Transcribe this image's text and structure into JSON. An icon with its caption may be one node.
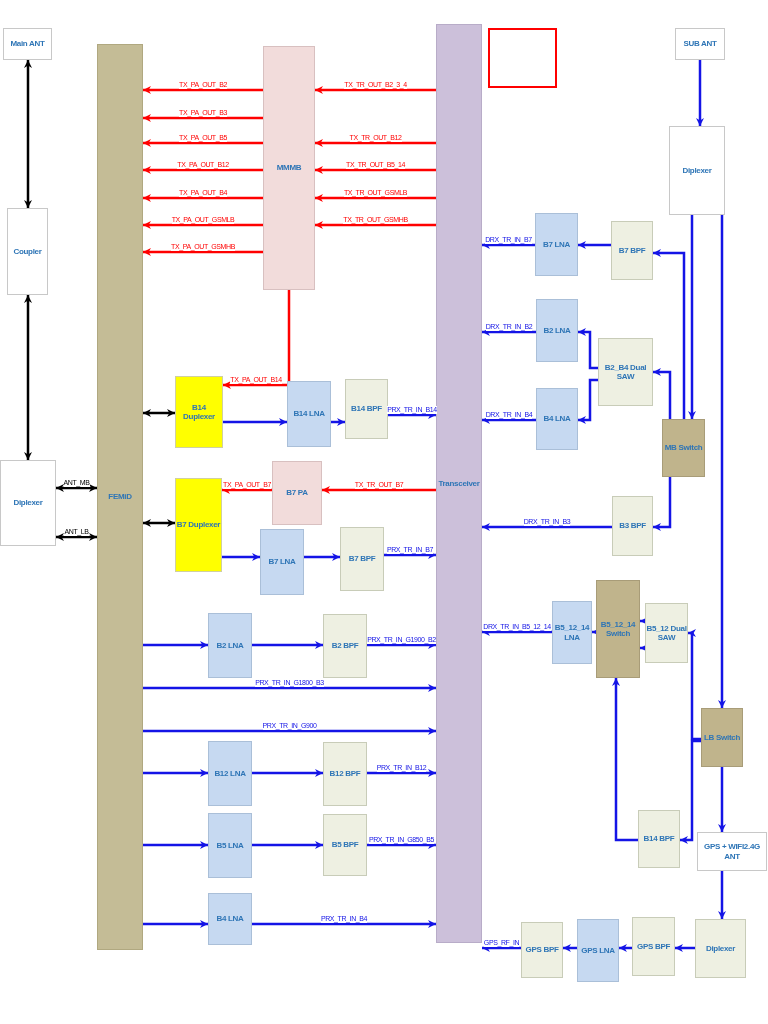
{
  "diagram": {
    "nodes": [
      {
        "text": [
          "Main ANT"
        ]
      },
      {
        "text": [
          "Coupler"
        ]
      },
      {
        "text": [
          "Diplexer"
        ]
      },
      {
        "text": [
          "FEMiD"
        ]
      },
      {
        "text": [
          "MMMB"
        ]
      },
      {
        "text": [
          "Transceiver"
        ]
      },
      {
        "text": [],
        "shape": "box"
      },
      {
        "text": [
          "SUB ANT"
        ]
      },
      {
        "text": [
          "Diplexer"
        ]
      },
      {
        "text": [
          "B14 Duplexer"
        ]
      },
      {
        "text": [
          "B14 LNA"
        ]
      },
      {
        "text": [
          "B14 BPF"
        ]
      },
      {
        "text": [
          "B7 PA"
        ]
      },
      {
        "text": [
          "B7 Duplexer"
        ]
      },
      {
        "text": [
          "B7 LNA"
        ]
      },
      {
        "text": [
          "B7 BPF"
        ]
      },
      {
        "text": [
          "B7 LNA"
        ]
      },
      {
        "text": [
          "B7 BPF"
        ]
      },
      {
        "text": [
          "B2 LNA"
        ]
      },
      {
        "text": [
          "B2_B4 Dual SAW"
        ]
      },
      {
        "text": [
          "B4 LNA"
        ]
      },
      {
        "text": [
          "MB Switch"
        ]
      },
      {
        "text": [
          "B3 BPF"
        ]
      },
      {
        "text": [
          "B2 LNA"
        ]
      },
      {
        "text": [
          "B2 BPF"
        ]
      },
      {
        "text": [
          "B12 LNA"
        ]
      },
      {
        "text": [
          "B12 BPF"
        ]
      },
      {
        "text": [
          "B5 LNA"
        ]
      },
      {
        "text": [
          "B5 BPF"
        ]
      },
      {
        "text": [
          "B4 LNA"
        ]
      },
      {
        "text": [
          "B5_12_14 LNA"
        ]
      },
      {
        "text": [
          "B5_12_14 Switch"
        ]
      },
      {
        "text": [
          "B5_12 Dual SAW"
        ]
      },
      {
        "text": [
          "LB Switch"
        ]
      },
      {
        "text": [
          "B14 BPF"
        ]
      },
      {
        "text": [
          "GPS + WIFI2.4G ANT"
        ]
      },
      {
        "text": [
          "Diplexer"
        ]
      },
      {
        "text": [
          "GPS BPF"
        ]
      },
      {
        "text": [
          "GPS LNA"
        ]
      },
      {
        "text": [
          "GPS BPF"
        ]
      }
    ],
    "edges": [
      {
        "from": 0,
        "to": 1,
        "arrow": "both",
        "color": "#000000"
      },
      {
        "from": 1,
        "to": 2,
        "arrow": "both",
        "color": "#000000"
      },
      {
        "from": 2,
        "to": 3,
        "arrow": "both",
        "label": "ANT_MB",
        "color": "#000000"
      },
      {
        "from": 2,
        "to": 3,
        "arrow": "both",
        "label": "ANT_LB",
        "color": "#000000"
      },
      {
        "from": 4,
        "to": 3,
        "arrow": "to",
        "label": "TX_PA_OUT_B2",
        "color": "#ff0000"
      },
      {
        "from": 4,
        "to": 3,
        "arrow": "to",
        "label": "TX_PA_OUT_B3",
        "color": "#ff0000"
      },
      {
        "from": 4,
        "to": 3,
        "arrow": "to",
        "label": "TX_PA_OUT_B5",
        "color": "#ff0000"
      },
      {
        "from": 4,
        "to": 3,
        "arrow": "to",
        "label": "TX_PA_OUT_B12",
        "color": "#ff0000"
      },
      {
        "from": 4,
        "to": 3,
        "arrow": "to",
        "label": "TX_PA_OUT_B4",
        "color": "#ff0000"
      },
      {
        "from": 4,
        "to": 3,
        "arrow": "to",
        "label": "TX_PA_OUT_GSMLB",
        "color": "#ff0000"
      },
      {
        "from": 4,
        "to": 3,
        "arrow": "to",
        "label": "TX_PA_OUT_GSMHB",
        "color": "#ff0000"
      },
      {
        "from": 5,
        "to": 4,
        "arrow": "to",
        "label": "TX_TR_OUT_B2_3_4",
        "color": "#ff0000"
      },
      {
        "from": 5,
        "to": 4,
        "arrow": "to",
        "label": "TX_TR_OUT_B12",
        "color": "#ff0000"
      },
      {
        "from": 5,
        "to": 4,
        "arrow": "to",
        "label": "TX_TR_OUT_B5_14",
        "color": "#ff0000"
      },
      {
        "from": 5,
        "to": 4,
        "arrow": "to",
        "label": "TX_TR_OUT_GSMLB",
        "color": "#ff0000"
      },
      {
        "from": 5,
        "to": 4,
        "arrow": "to",
        "label": "TX_TR_OUT_GSMHB",
        "color": "#ff0000"
      },
      {
        "from": 4,
        "to": 9,
        "arrow": "to",
        "label": "TX_PA_OUT_B14",
        "color": "#ff0000"
      },
      {
        "from": 9,
        "to": 3,
        "arrow": "both",
        "color": "#000000"
      },
      {
        "from": 9,
        "to": 10,
        "arrow": "to"
      },
      {
        "from": 10,
        "to": 11,
        "arrow": "to"
      },
      {
        "from": 11,
        "to": 5,
        "arrow": "to",
        "label": "PRX_TR_IN_B14"
      },
      {
        "from": 5,
        "to": 12,
        "arrow": "to",
        "label": "TX_TR_OUT_B7",
        "color": "#ff0000"
      },
      {
        "from": 12,
        "to": 13,
        "arrow": "to",
        "label": "TX_PA_OUT_B7",
        "color": "#ff0000"
      },
      {
        "from": 13,
        "to": 3,
        "arrow": "both",
        "color": "#000000"
      },
      {
        "from": 13,
        "to": 14,
        "arrow": "to"
      },
      {
        "from": 14,
        "to": 15,
        "arrow": "to"
      },
      {
        "from": 15,
        "to": 5,
        "arrow": "to",
        "label": "PRX_TR_IN_B7"
      },
      {
        "from": 3,
        "to": 23,
        "arrow": "to"
      },
      {
        "from": 23,
        "to": 24,
        "arrow": "to"
      },
      {
        "from": 24,
        "to": 5,
        "arrow": "to",
        "label": "PRX_TR_IN_G1900_B2"
      },
      {
        "from": 3,
        "to": 5,
        "arrow": "to",
        "label": "PRX_TR_IN_G1800_B3"
      },
      {
        "from": 3,
        "to": 5,
        "arrow": "to",
        "label": "PRX_TR_IN_G900"
      },
      {
        "from": 3,
        "to": 25,
        "arrow": "to"
      },
      {
        "from": 25,
        "to": 26,
        "arrow": "to"
      },
      {
        "from": 26,
        "to": 5,
        "arrow": "to",
        "label": "PRX_TR_IN_B12"
      },
      {
        "from": 3,
        "to": 27,
        "arrow": "to"
      },
      {
        "from": 27,
        "to": 28,
        "arrow": "to"
      },
      {
        "from": 28,
        "to": 5,
        "arrow": "to",
        "label": "PRX_TR_IN_G850_B5"
      },
      {
        "from": 3,
        "to": 29,
        "arrow": "to"
      },
      {
        "from": 29,
        "to": 5,
        "arrow": "to",
        "label": "PRX_TR_IN_B4"
      },
      {
        "from": 7,
        "to": 8,
        "arrow": "to"
      },
      {
        "from": 8,
        "to": 21,
        "arrow": "to"
      },
      {
        "from": 8,
        "to": 33,
        "arrow": "to"
      },
      {
        "from": 21,
        "to": 17,
        "arrow": "to"
      },
      {
        "from": 21,
        "to": 19,
        "arrow": "to"
      },
      {
        "from": 21,
        "to": 22,
        "arrow": "to"
      },
      {
        "from": 17,
        "to": 16,
        "arrow": "to"
      },
      {
        "from": 16,
        "to": 5,
        "arrow": "to",
        "label": "DRX_TR_IN_B7"
      },
      {
        "from": 19,
        "to": 18,
        "arrow": "to"
      },
      {
        "from": 19,
        "to": 20,
        "arrow": "to"
      },
      {
        "from": 18,
        "to": 5,
        "arrow": "to",
        "label": "DRX_TR_IN_B2"
      },
      {
        "from": 20,
        "to": 5,
        "arrow": "to",
        "label": "DRX_TR_IN_B4"
      },
      {
        "from": 22,
        "to": 5,
        "arrow": "to",
        "label": "DRX_TR_IN_B3"
      },
      {
        "from": 33,
        "to": 32,
        "arrow": "to"
      },
      {
        "from": 33,
        "to": 34,
        "arrow": "to"
      },
      {
        "from": 33,
        "to": 35,
        "arrow": "to"
      },
      {
        "from": 32,
        "to": 31,
        "arrow": "to"
      },
      {
        "from": 32,
        "to": 31,
        "arrow": "to"
      },
      {
        "from": 34,
        "to": 31,
        "arrow": "to"
      },
      {
        "from": 31,
        "to": 30,
        "arrow": "to"
      },
      {
        "from": 30,
        "to": 5,
        "arrow": "to",
        "label": "DRX_TR_IN_B5_12_14"
      },
      {
        "from": 35,
        "to": 36,
        "arrow": "to"
      },
      {
        "from": 36,
        "to": 37,
        "arrow": "to"
      },
      {
        "from": 37,
        "to": 38,
        "arrow": "to"
      },
      {
        "from": 38,
        "to": 39,
        "arrow": "to"
      },
      {
        "from": 39,
        "to": 5,
        "arrow": "to",
        "label": "GPS_RF_IN"
      }
    ]
  }
}
